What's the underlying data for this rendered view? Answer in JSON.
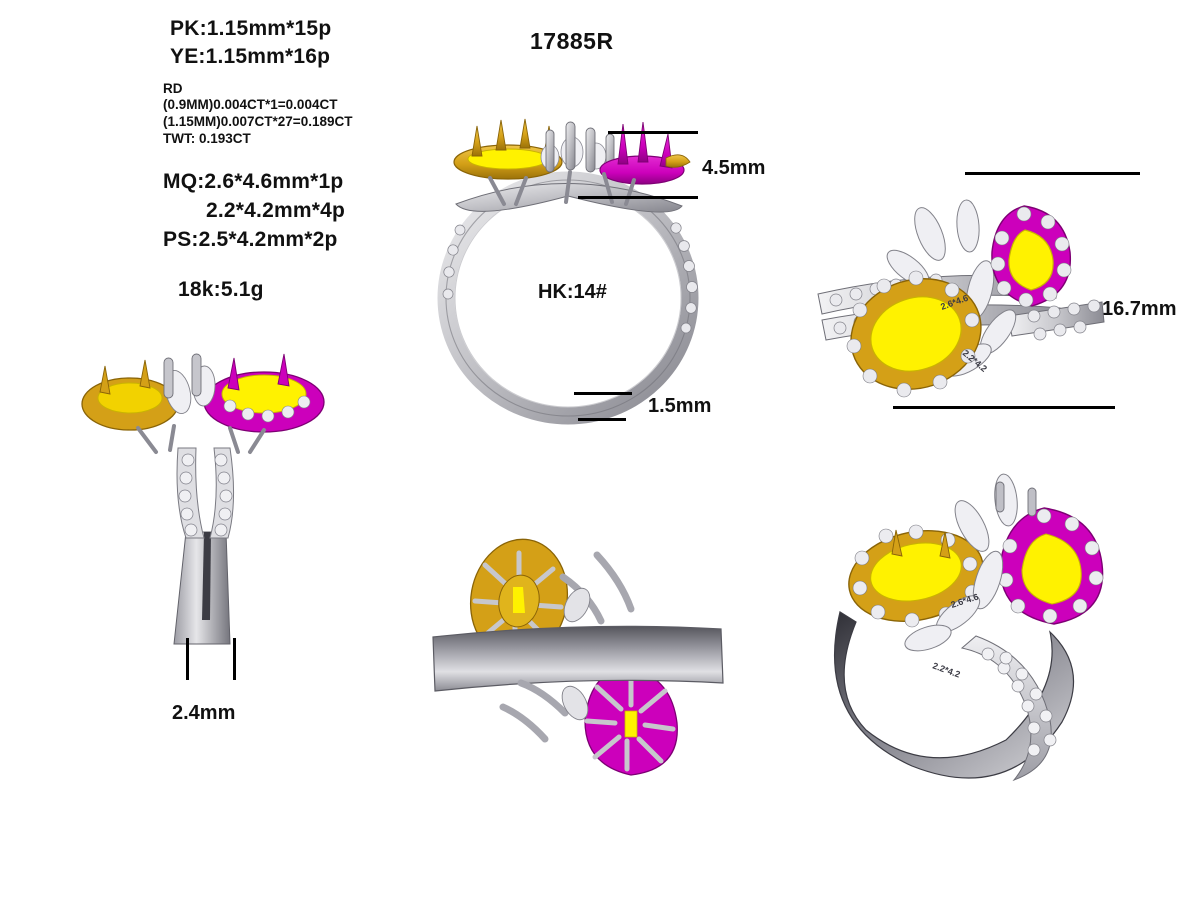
{
  "title": "17885R",
  "specs": {
    "pk": "PK:1.15mm*15p",
    "ye": "YE:1.15mm*16p",
    "rd_label": "RD",
    "rd_line1": "(0.9MM)0.004CT*1=0.004CT",
    "rd_line2": "(1.15MM)0.007CT*27=0.189CT",
    "twt": "TWT:  0.193CT",
    "mq1": "MQ:2.6*4.6mm*1p",
    "mq2": "2.2*4.2mm*4p",
    "ps": "PS:2.5*4.2mm*2p",
    "metal": "18k:5.1g"
  },
  "dimensions": {
    "height": "4.5mm",
    "band_thickness": "1.5mm",
    "width": "16.7mm",
    "shank_width": "2.4mm",
    "ring_size": "HK:14#"
  },
  "stone_marks": {
    "mq_large": "2.6*4.6",
    "mq_small": "2.2*4.2"
  },
  "colors": {
    "gold": "#D4A017",
    "gold_dark": "#A8780D",
    "magenta": "#CC00BB",
    "magenta_dark": "#9C008F",
    "yellow": "#FFF200",
    "yellow_dark": "#E8D400",
    "metal_light": "#E3E3E5",
    "metal_mid": "#BDBDC2",
    "metal_dark": "#7E7E85",
    "metal_shadow": "#55555C",
    "outline": "#4A4A50"
  },
  "views": {
    "front": "front-elevation-view",
    "side": "side-profile-view",
    "top": "top-plan-view",
    "bottom": "bottom-gallery-view",
    "perspective": "perspective-view"
  }
}
